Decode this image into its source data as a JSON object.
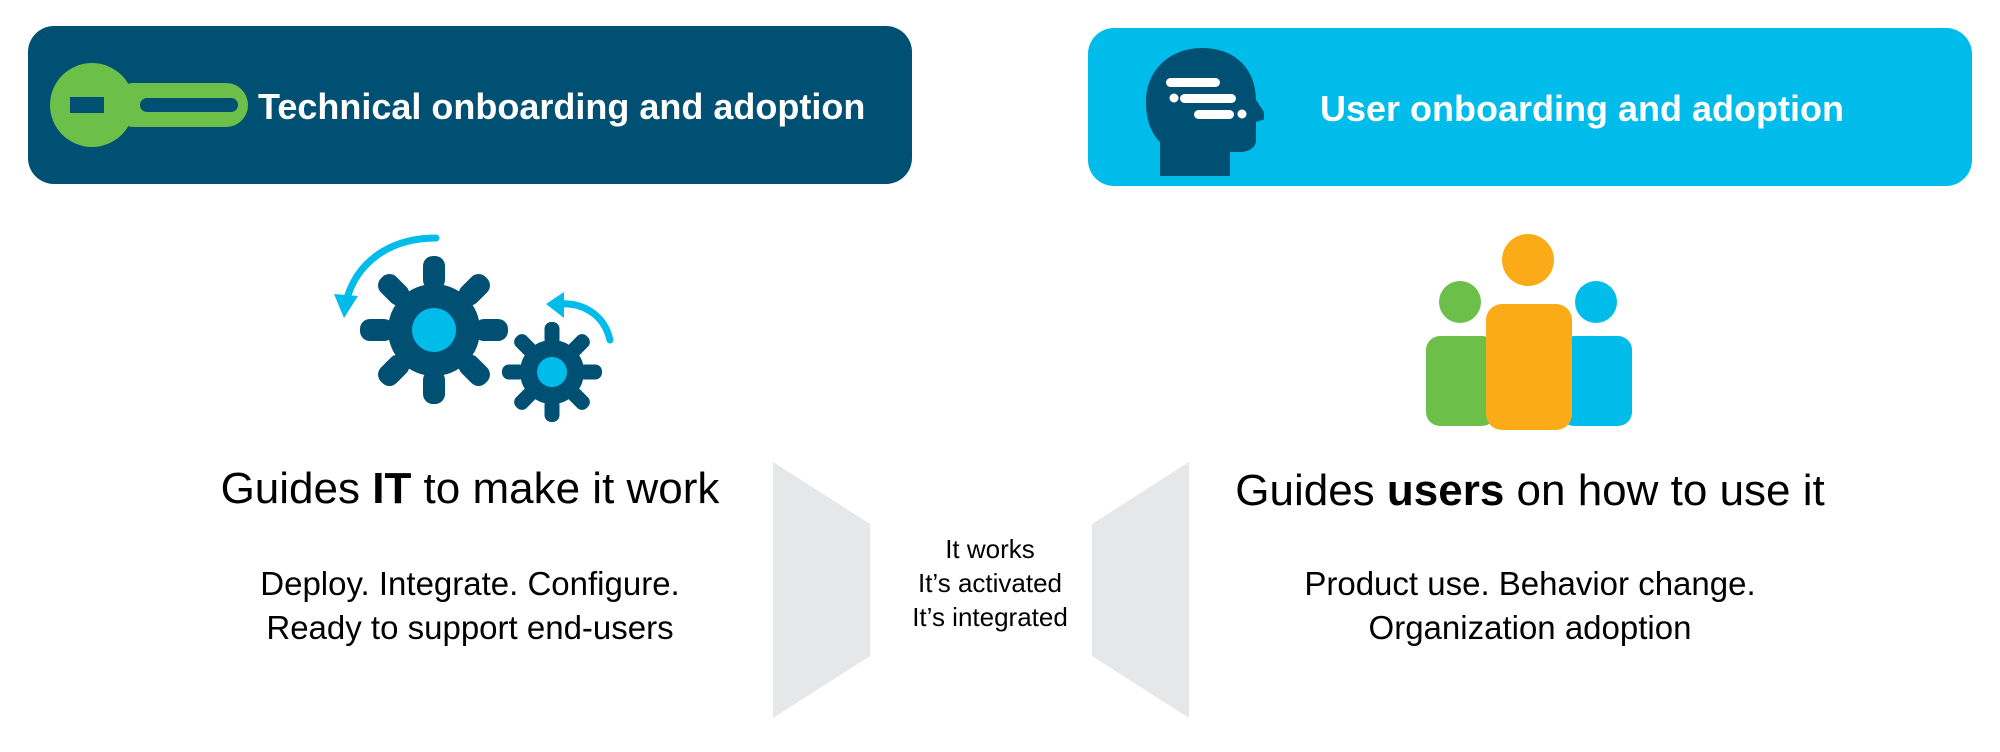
{
  "left": {
    "banner_title": "Technical onboarding and adoption",
    "headline_pre": "Guides ",
    "headline_bold": "IT",
    "headline_post": " to make it work",
    "sub_line1": "Deploy. Integrate. Configure.",
    "sub_line2": "Ready to support end-users",
    "icon": "wrench-icon",
    "illustration": "gears-icon"
  },
  "right": {
    "banner_title": "User onboarding and adoption",
    "headline_pre": "Guides ",
    "headline_bold": "users",
    "headline_post": " on how to use it",
    "sub_line1": "Product use. Behavior change.",
    "sub_line2": "Organization adoption",
    "icon": "head-icon",
    "illustration": "people-icon"
  },
  "middle": {
    "line1": "It works",
    "line2": "It’s activated",
    "line3": "It’s integrated"
  },
  "colors": {
    "dark_blue": "#005073",
    "light_blue": "#00bceb",
    "green": "#6cc04a",
    "orange": "#fbab18",
    "gray": "#e6e7e8"
  }
}
